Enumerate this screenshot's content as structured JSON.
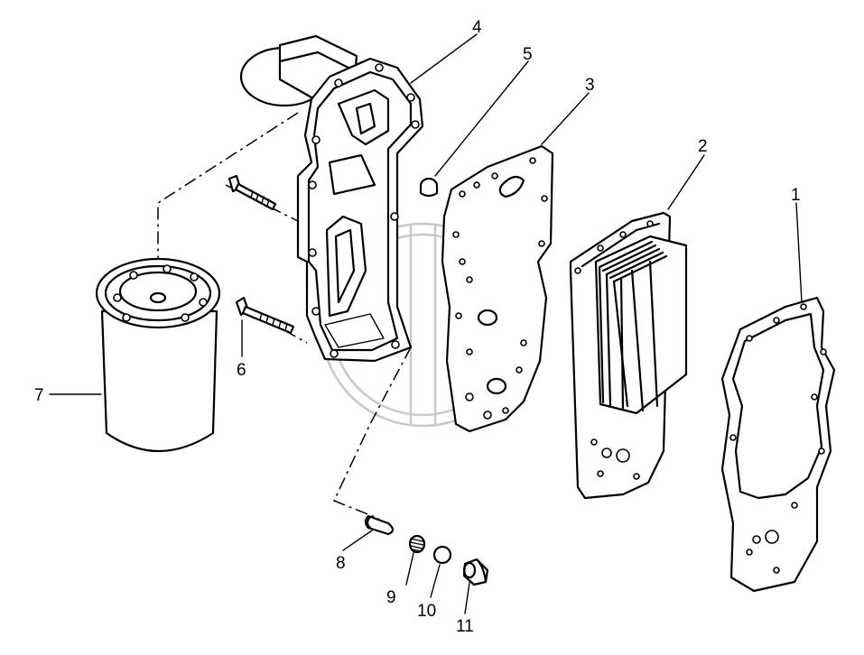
{
  "callouts": {
    "c1": "1",
    "c2": "2",
    "c3": "3",
    "c4": "4",
    "c5": "5",
    "c6": "6",
    "c7": "7",
    "c8": "8",
    "c9": "9",
    "c10": "10",
    "c11": "11"
  },
  "colors": {
    "ink": "#000000",
    "background": "#ffffff",
    "watermark": "#c8c8c8"
  }
}
